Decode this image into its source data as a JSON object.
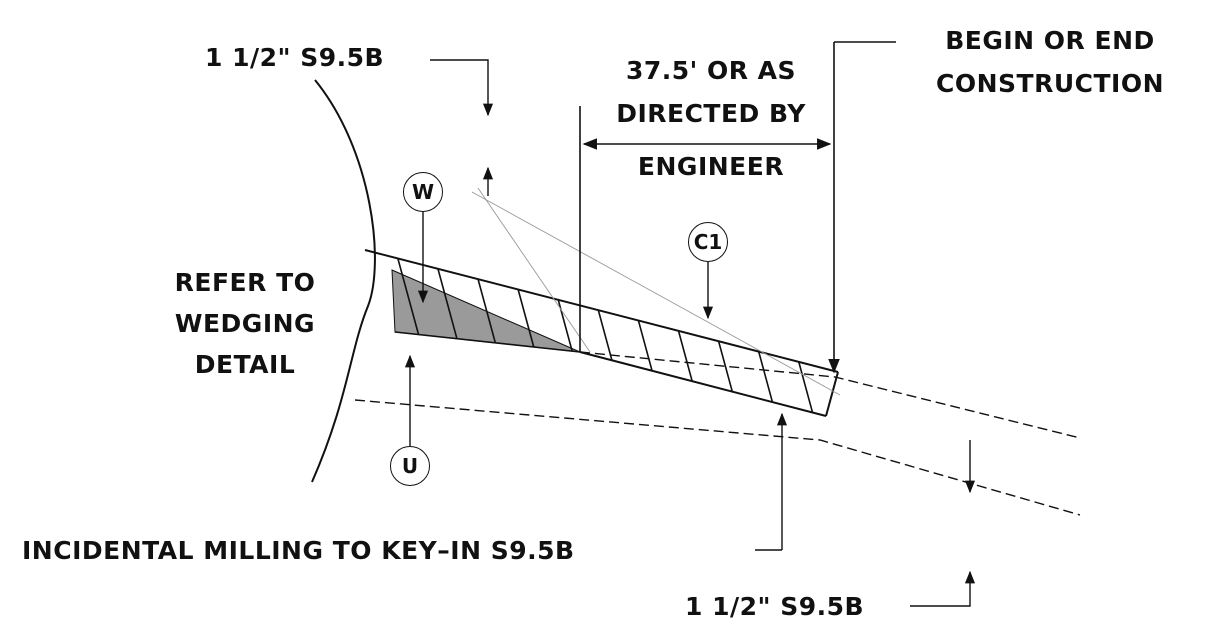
{
  "labels": {
    "top_thickness": "1 1/2\" S9.5B",
    "distance_line1": "37.5' OR AS",
    "distance_line2": "DIRECTED BY",
    "distance_line3": "ENGINEER",
    "begin_line1": "BEGIN OR END",
    "begin_line2": "CONSTRUCTION",
    "refer_line1": "REFER TO",
    "refer_line2": "WEDGING",
    "refer_line3": "DETAIL",
    "milling": "INCIDENTAL MILLING TO KEY–IN S9.5B",
    "bottom_thickness": "1 1/2\" S9.5B"
  },
  "callouts": {
    "wedge": "W",
    "course": "C1",
    "underlay": "U"
  },
  "colors": {
    "line": "#111111",
    "wedge_fill": "#9a9a9a"
  }
}
